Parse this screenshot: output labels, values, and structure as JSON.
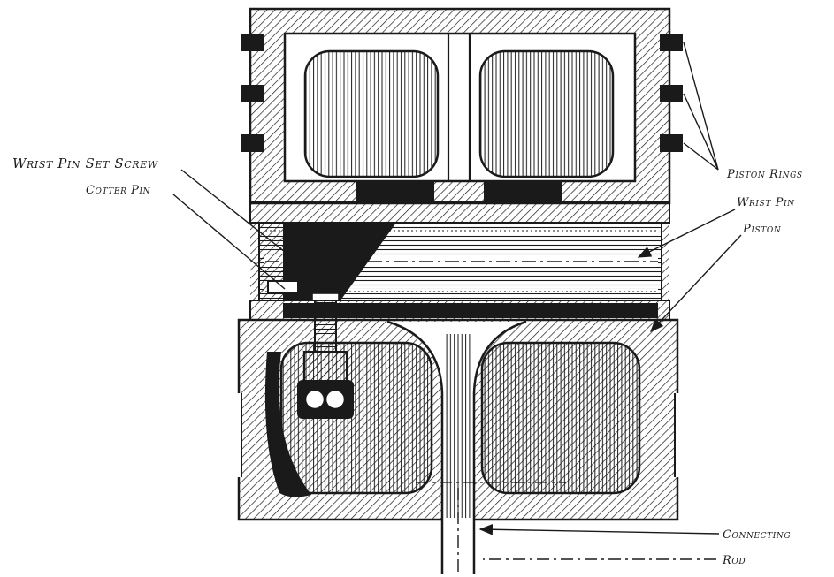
{
  "diagram": {
    "description": "Cross-section engraving of a piston assembly showing wrist pin, set screw, rings and connecting rod",
    "labels": {
      "wrist_pin_set_screw": "Wrist Pin Set Screw",
      "cotter_pin": "Cotter Pin",
      "piston_rings": "Piston Rings",
      "wrist_pin": "Wrist Pin",
      "piston": "Piston",
      "connecting": "Connecting",
      "rod": "Rod"
    },
    "colors": {
      "ink": "#1a1a1a",
      "paper": "#ffffff"
    }
  }
}
